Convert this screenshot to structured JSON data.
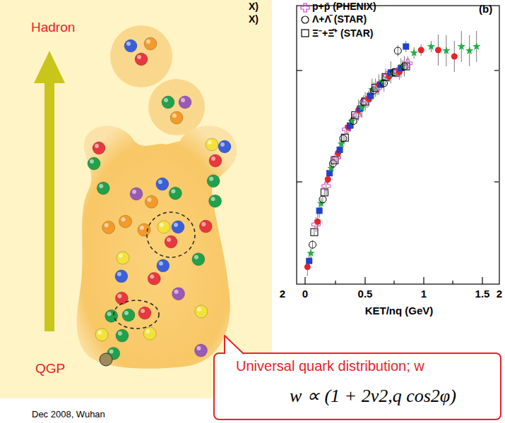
{
  "diagram": {
    "nodes": [
      {
        "text": [
          "Hadron",
          "QGP"
        ]
      },
      {
        "text": [
          "Universal quark distribution; w",
          "w ∝ (1 + 2v2,q cos2φ)"
        ]
      }
    ],
    "labels": [
      "(b)",
      "2",
      "0",
      "0.5",
      "1",
      "1.5",
      "2",
      "KET/nq (GeV)",
      "Dec 2008, Wuhan"
    ],
    "legend": [
      {
        "text": "X)"
      },
      {
        "text": "X)"
      },
      {
        "text": "p+p̄ (PHENIX)"
      },
      {
        "text": "Λ+Λ̄ (STAR)"
      },
      {
        "text": "Ξ⁻+Ξ̄⁺ (STAR)"
      }
    ]
  }
}
